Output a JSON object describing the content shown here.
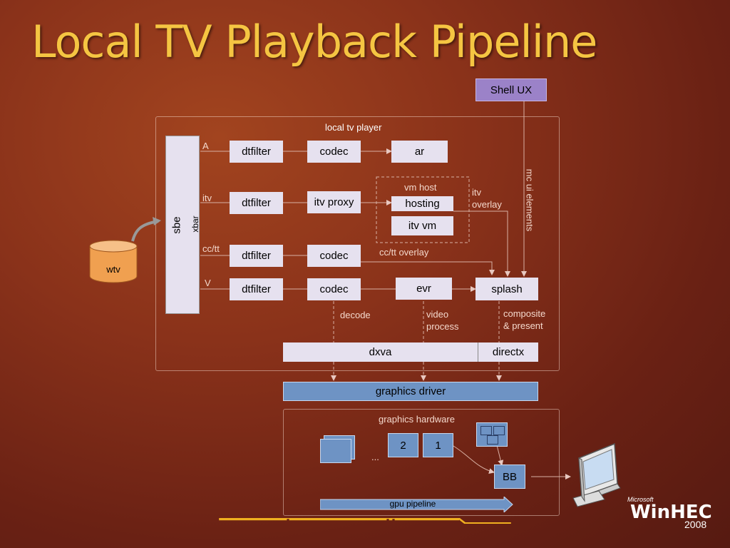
{
  "title": "Local TV Playback Pipeline",
  "shell_ux": "Shell UX",
  "local_tv_player": "local tv player",
  "sbe": "sbe",
  "xbar": "xbar",
  "wtv": "wtv",
  "streams": {
    "a": "A",
    "itv": "itv",
    "cctt": "cc/tt",
    "v": "V"
  },
  "nodes": {
    "dtfilter": "dtfilter",
    "codec": "codec",
    "ar": "ar",
    "itv_proxy": "itv proxy",
    "vm_host": "vm host",
    "hosting": "hosting",
    "itv_vm": "itv vm",
    "evr": "evr",
    "splash": "splash",
    "dxva": "dxva",
    "directx": "directx",
    "graphics_driver": "graphics driver",
    "graphics_hardware": "graphics hardware",
    "buf2": "2",
    "buf1": "1",
    "ellipsis": "...",
    "bb": "BB",
    "gpu_pipeline": "gpu pipeline"
  },
  "labels": {
    "itv_overlay": "itv\noverlay",
    "mc_ui_elements": "mc ui elements",
    "cctt_overlay": "cc/tt overlay",
    "decode": "decode",
    "video_process": "video\nprocess",
    "composite_present": "composite\n& present"
  },
  "logo": {
    "microsoft": "Microsoft",
    "winhec": "WinHEC",
    "year": "2008"
  },
  "colors": {
    "title": "#f5c542",
    "box": "#e6e1ef",
    "shell": "#9b82c8",
    "hw_blue": "#6e93c4",
    "footer": "#f0b020"
  }
}
